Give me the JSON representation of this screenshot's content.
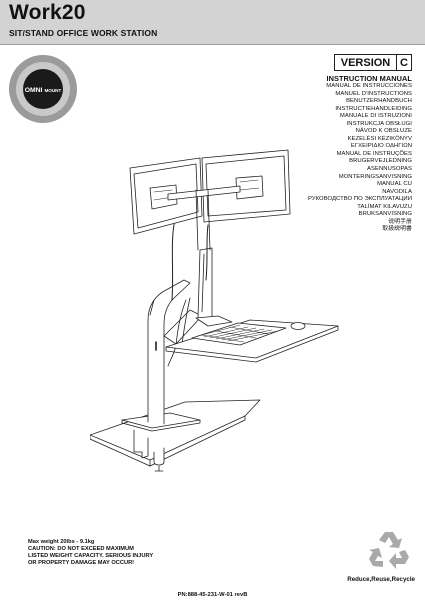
{
  "header": {
    "title": "Work20",
    "subtitle": "SIT/STAND OFFICE WORK STATION"
  },
  "logo": {
    "word_left": "OMNI",
    "word_right": "MOUNT",
    "icon": "omnimount-logo-icon"
  },
  "version": {
    "label": "VERSION",
    "letter": "C"
  },
  "manual": {
    "main": "INSTRUCTION MANUAL",
    "languages": [
      "MANUAL DE INSTRUCCIONES",
      "MANUEL D'INSTRUCTIONS",
      "BENUTZERHANDBUCH",
      "INSTRUCTIEHANDLEIDING",
      "MANUALE DI ISTRUZIONI",
      "INSTRUKCJA OBSŁUGI",
      "NÁVOD K OBSLUZE",
      "KEZELÉSI KÉZIKÖNYV",
      "ΕΓΧΕΙΡΙΔΙΟ ΟΔΗΓΙΩΝ",
      "MANUAL DE INSTRUÇÕES",
      "BRUGERVEJLEDNING",
      "ASENNUSOPAS",
      "MONTERINGSANVISNING",
      "MANUAL CU",
      "NAVODILA",
      "РУКОВОДСТВО ПО ЭКСПЛУАТАЦИИ",
      "TALİMAT KILAVUZU",
      "BRUKSANVISNING",
      "说明手册",
      "取扱説明書"
    ]
  },
  "warning": {
    "line1": "Max weight 20lbs - 9.1kg",
    "line2": "CAUTION:  DO NOT EXCEED MAXIMUM",
    "line3": "LISTED WEIGHT CAPACITY. SERIOUS INJURY",
    "line4": "OR PROPERTY DAMAGE MAY OCCUR!"
  },
  "footer": {
    "recycle_text": "Reduce,Reuse,Recycle",
    "recycle_icon": "recycle-icon",
    "part_number": "PN:888-45-231-W-01 revB"
  },
  "colors": {
    "header_bg": "#d3d3d3",
    "logo_ring": "#9b9b9b",
    "logo_center": "#1a1a1a",
    "recycle_gray": "#a9a9a9"
  }
}
